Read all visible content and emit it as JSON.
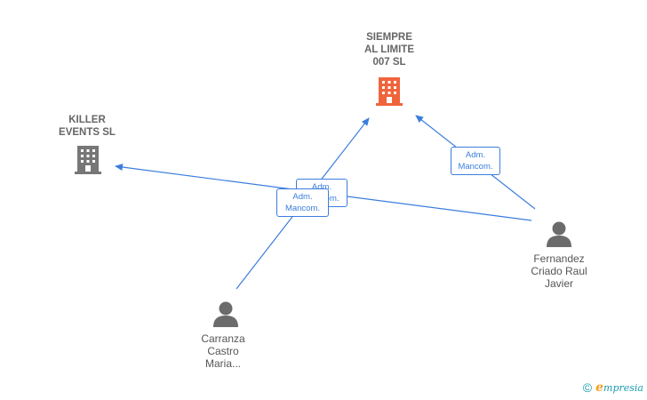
{
  "nodes": {
    "siempre": {
      "label": "SIEMPRE\nAL LIMITE\n007  SL",
      "type": "company",
      "highlight": true
    },
    "killer": {
      "label": "KILLER\nEVENTS  SL",
      "type": "company",
      "highlight": false
    },
    "fernandez": {
      "label": "Fernandez\nCriado Raul\nJavier",
      "type": "person"
    },
    "carranza": {
      "label": "Carranza\nCastro\nMaria...",
      "type": "person"
    }
  },
  "edges": [
    {
      "from": "fernandez",
      "to": "siempre",
      "role_line1": "Adm.",
      "role_line2": "Mancom."
    },
    {
      "from": "fernandez",
      "to": "killer",
      "role_line1": "Adm.",
      "role_line2": "Mancom."
    },
    {
      "from": "carranza",
      "to": "siempre",
      "role_line1": "Adm.",
      "role_line2": "Mancom."
    }
  ],
  "colors": {
    "edge": "#3b7ddd",
    "highlight_company": "#f0643c",
    "company": "#777777",
    "person": "#6b6b6b"
  },
  "footer": {
    "copyright_symbol": "©",
    "brand_initial": "e",
    "brand_rest": "mpresia"
  }
}
